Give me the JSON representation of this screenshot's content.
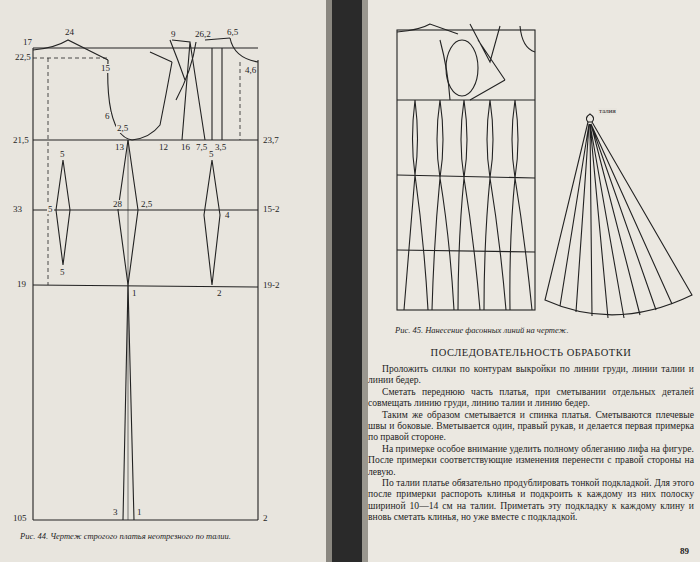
{
  "diagram": {
    "title": "ПОСЛЕДОВАТЕЛЬНОСТЬ ОБРАБОТКИ",
    "caption": "Рис. 44. Чертеж строгого платья неотрезного по талии.",
    "labels": [
      "17",
      "24",
      "9",
      "26,2",
      "6,5",
      "22,5",
      "15",
      "4,6",
      "6",
      "2,5",
      "13",
      "12",
      "16",
      "7,5",
      "3,5",
      "21,5",
      "23,7",
      "5",
      "5",
      "5",
      "33",
      "28",
      "2,5",
      "4",
      "15-2",
      "5",
      "2",
      "19",
      "19-2",
      "1",
      "105",
      "2",
      "3",
      "1",
      "талия",
      "Рис. 45. Нанесение фасонных линий на чертеж.",
      "Проложить силки по контурам выкройки по линии груди, линии талии и линии бедер.",
      "Сметать переднюю часть платья, при сметывании отдельных деталей совмещать линию груди, линию талии и линию бедер.",
      "Таким же образом сметывается и спинка платья. Сметываются плечевые швы и боковые. Вметывается один, правый рукав, и делается первая примерка по правой стороне.",
      "На примерке особое внимание уделить полному облеганию лифа на фигуре. После примерки соответствующие изменения перенести с правой стороны на левую.",
      "По талии платье обязательно продублировать тонкой подкладкой. Для этого после примерки распороть клинья и подкроить к каждому из них полоску шириной 10—14 см на талии. Приметать эту подкладку к каждому клину и вновь сметать клинья, но уже вместе с подкладкой.",
      "89"
    ]
  }
}
